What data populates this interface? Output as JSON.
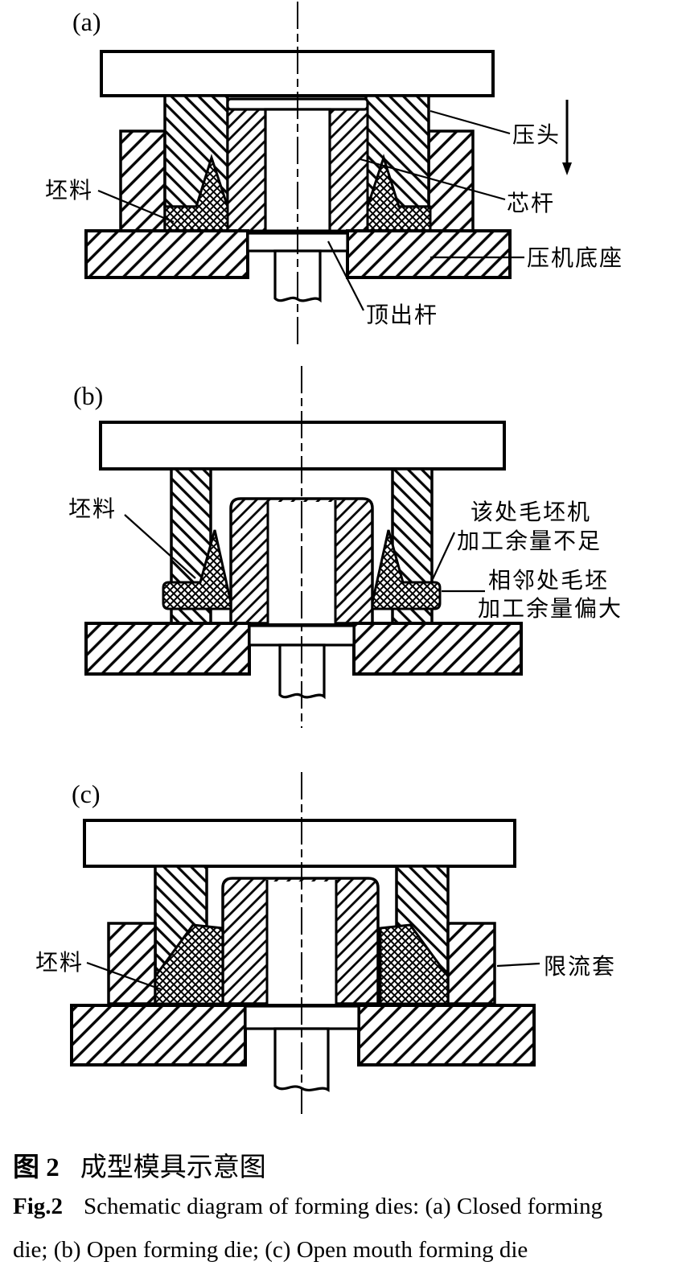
{
  "figure": {
    "caption_cn_bold": "图 2",
    "caption_cn_rest": "成型模具示意图",
    "caption_en1_bold": "Fig.2",
    "caption_en1_rest": "Schematic diagram of forming dies: (a) Closed forming",
    "caption_en2": "die; (b) Open forming die; (c) Open mouth forming die"
  },
  "diagram_a": {
    "tag": "(a)",
    "labels": {
      "billet": "坯料",
      "ram": "压头",
      "core_rod": "芯杆",
      "press_base": "压机底座",
      "ejector_rod": "顶出杆"
    }
  },
  "diagram_b": {
    "tag": "(b)",
    "labels": {
      "billet": "坯料",
      "underfill_line1": "该处毛坯机",
      "underfill_line2": "加工余量不足",
      "excess_line1": "相邻处毛坯",
      "excess_line2": "加工余量偏大"
    }
  },
  "diagram_c": {
    "tag": "(c)",
    "labels": {
      "billet": "坯料",
      "flow_restrictor": "限流套"
    }
  }
}
